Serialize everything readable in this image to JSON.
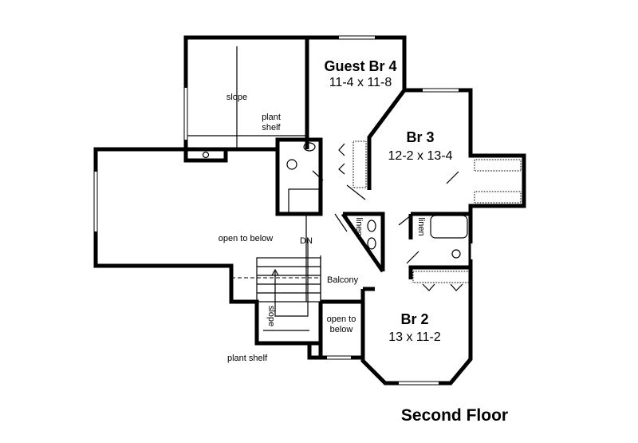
{
  "rooms": [
    {
      "name": "Guest Br  4",
      "size": "11-4 x 11-8"
    },
    {
      "name": "Br  3",
      "size": "12-2 x 13-4"
    },
    {
      "name": "Br  2",
      "size": "13 x 11-2"
    }
  ],
  "notes": {
    "slope_top": "slope",
    "plant_shelf_top_1": "plant",
    "plant_shelf_top_2": "shelf",
    "open_to_below_left": "open to below",
    "dn": "DN",
    "balcony": "Balcony",
    "open_to_below_right_1": "open to",
    "open_to_below_right_2": "below",
    "slope_stair": "slope",
    "plant_shelf_bottom": "plant shelf",
    "linen_left": "linen",
    "linen_right": "linen"
  },
  "title": "Second Floor"
}
